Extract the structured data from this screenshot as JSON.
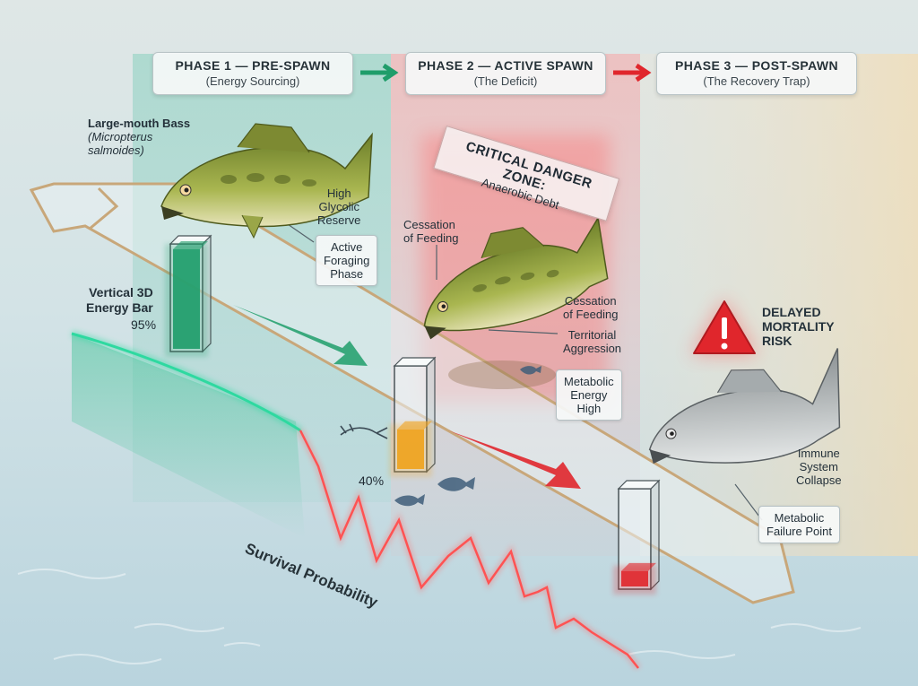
{
  "phases": [
    {
      "title": "PHASE 1 — PRE-SPAWN",
      "subtitle": "(Energy Sourcing)"
    },
    {
      "title": "PHASE 2 — ACTIVE SPAWN",
      "subtitle": "(The Deficit)"
    },
    {
      "title": "PHASE 3 — POST-SPAWN",
      "subtitle": "(The Recovery Trap)"
    }
  ],
  "species": {
    "name": "Large-mouth Bass",
    "scientific_line1": "(Micropterus",
    "scientific_line2": "salmoides)"
  },
  "phase1_labels": {
    "glycolic": [
      "High",
      "Glycolic",
      "Reserve"
    ],
    "foraging": [
      "Active",
      "Foraging",
      "Phase"
    ]
  },
  "energy_bar_label": [
    "Vertical 3D",
    "Energy Bar"
  ],
  "energy_levels": [
    {
      "label": "95%",
      "fraction": 0.95,
      "color": "#1f9d6a"
    },
    {
      "label": "40%",
      "fraction": 0.4,
      "color": "#f0a21c"
    },
    {
      "fraction": 0.18,
      "color": "#e0262c"
    }
  ],
  "danger_zone": {
    "title": "CRITICAL DANGER ZONE:",
    "subtitle": "Anaerobic Debt"
  },
  "phase2_labels": {
    "cessation_left": [
      "Cessation",
      "of Feeding"
    ],
    "cessation_right": [
      "Cessation",
      "of Feeding"
    ],
    "territorial": [
      "Territorial",
      "Aggression"
    ],
    "metabolic": [
      "Metabolic",
      "Energy",
      "High"
    ]
  },
  "mortality": [
    "DELAYED",
    "MORTALITY",
    "RISK"
  ],
  "phase3_labels": {
    "immune": [
      "Immune",
      "System",
      "Collapse"
    ],
    "failure": [
      "Metabolic",
      "Failure Point"
    ]
  },
  "survival_label": "Survival Probability",
  "colors": {
    "green": "#1f9d6a",
    "amber": "#f0a21c",
    "red": "#e0262c",
    "danger_glow": "#ff4d4d"
  }
}
